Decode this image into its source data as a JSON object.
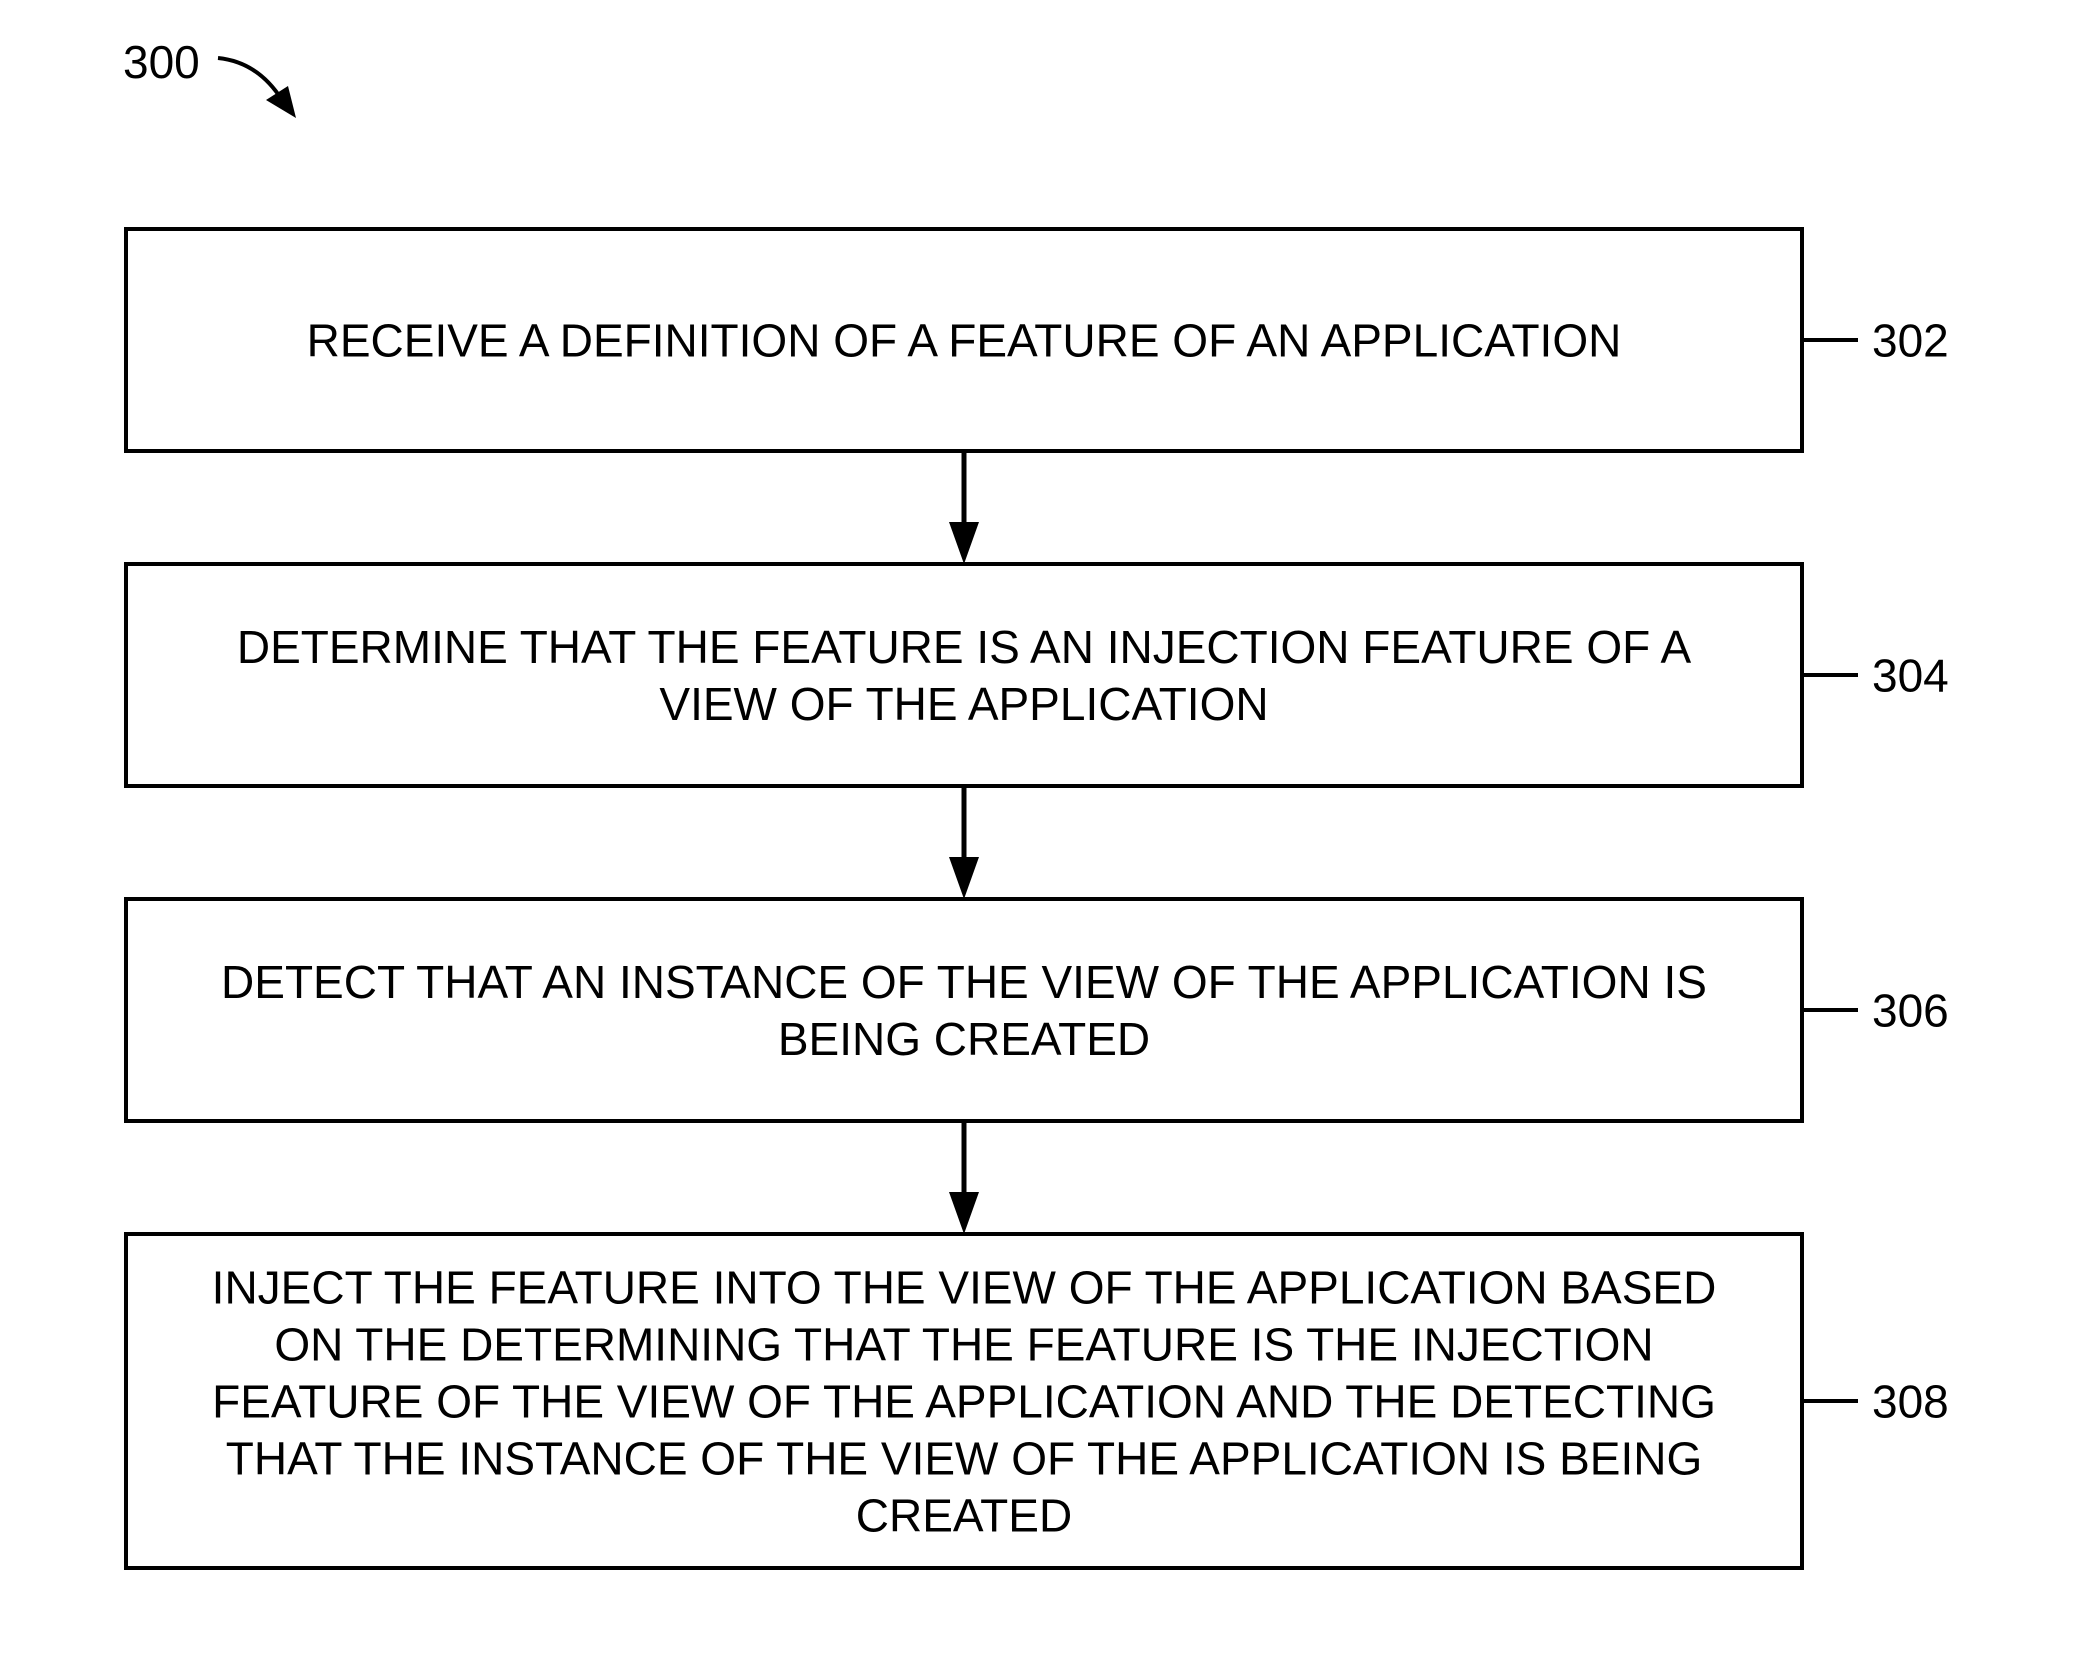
{
  "figure": {
    "reference": "300"
  },
  "steps": [
    {
      "ref": "302",
      "lines": [
        "RECEIVE A DEFINITION OF A FEATURE OF AN APPLICATION"
      ]
    },
    {
      "ref": "304",
      "lines": [
        "DETERMINE THAT THE FEATURE IS AN INJECTION FEATURE OF A",
        "VIEW OF THE APPLICATION"
      ]
    },
    {
      "ref": "306",
      "lines": [
        "DETECT THAT AN INSTANCE OF THE VIEW OF THE APPLICATION IS",
        "BEING CREATED"
      ]
    },
    {
      "ref": "308",
      "lines": [
        "INJECT THE FEATURE INTO THE VIEW OF THE APPLICATION BASED",
        "ON THE DETERMINING THAT THE FEATURE IS THE INJECTION",
        "FEATURE OF THE VIEW OF THE APPLICATION AND THE DETECTING",
        "THAT THE INSTANCE OF THE VIEW OF THE APPLICATION IS BEING",
        "CREATED"
      ]
    }
  ]
}
